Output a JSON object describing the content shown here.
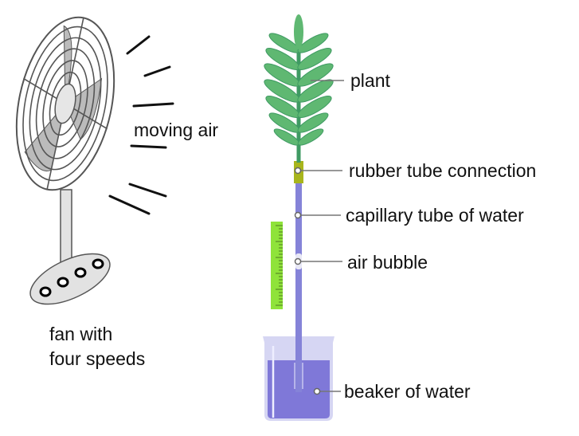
{
  "labels": {
    "plant": "plant",
    "rubber_tube": "rubber tube connection",
    "capillary_tube": "capillary tube of water",
    "air_bubble": "air bubble",
    "beaker": "beaker of water",
    "moving_air": "moving air",
    "fan_line1": "fan with",
    "fan_line2": "four speeds"
  },
  "colors": {
    "leaf": "#5fb872",
    "stem": "#3f9a63",
    "tube": "#8583d8",
    "rubber": "#a8b51c",
    "ruler": "#8fe33a",
    "beaker_glass": "#d6d6f3",
    "water": "#7f78d8"
  }
}
